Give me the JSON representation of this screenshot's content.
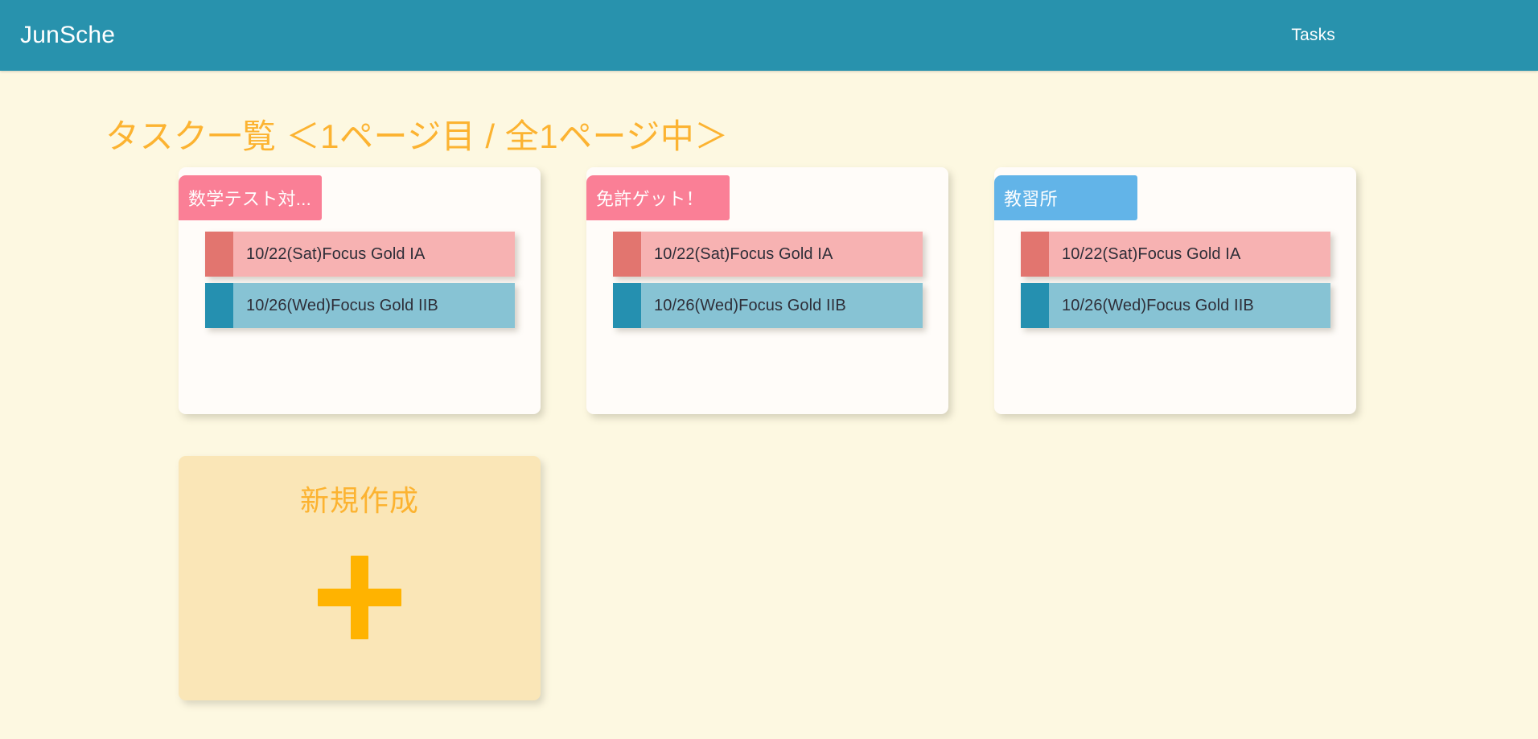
{
  "header": {
    "brand": "JunSche",
    "nav": [
      {
        "label": "Tasks",
        "name": "nav-link-tasks"
      }
    ],
    "background_color": "#2892ad",
    "text_color": "#ffffff"
  },
  "page": {
    "title": "タスク一覧 ＜1ページ目 / 全1ページ中＞",
    "current_page": 1,
    "total_pages": 1,
    "background_color": "#fdf8e1",
    "title_color": "#fcb331"
  },
  "cards": [
    {
      "tag_label": "数学テスト対...",
      "tag_color": "#fa7f96",
      "tasks": [
        {
          "label": "10/22(Sat)Focus Gold IA",
          "accent_color": "#e2756f",
          "body_color": "#f7b2b2",
          "variant": "red"
        },
        {
          "label": "10/26(Wed)Focus Gold IIB",
          "accent_color": "#2590b0",
          "body_color": "#87c3d4",
          "variant": "blue"
        }
      ]
    },
    {
      "tag_label": "免許ゲット！",
      "tag_color": "#fa7f96",
      "tasks": [
        {
          "label": "10/22(Sat)Focus Gold IA",
          "accent_color": "#e2756f",
          "body_color": "#f7b2b2",
          "variant": "red"
        },
        {
          "label": "10/26(Wed)Focus Gold IIB",
          "accent_color": "#2590b0",
          "body_color": "#87c3d4",
          "variant": "blue"
        }
      ]
    },
    {
      "tag_label": "教習所",
      "tag_color": "#62b4e8",
      "tasks": [
        {
          "label": "10/22(Sat)Focus Gold IA",
          "accent_color": "#e2756f",
          "body_color": "#f7b2b2",
          "variant": "red"
        },
        {
          "label": "10/26(Wed)Focus Gold IIB",
          "accent_color": "#2590b0",
          "body_color": "#87c3d4",
          "variant": "blue"
        }
      ]
    }
  ],
  "new_card": {
    "label": "新規作成",
    "icon": "plus-icon",
    "background_color": "#fae6b7",
    "accent_color": "#ffb300"
  }
}
